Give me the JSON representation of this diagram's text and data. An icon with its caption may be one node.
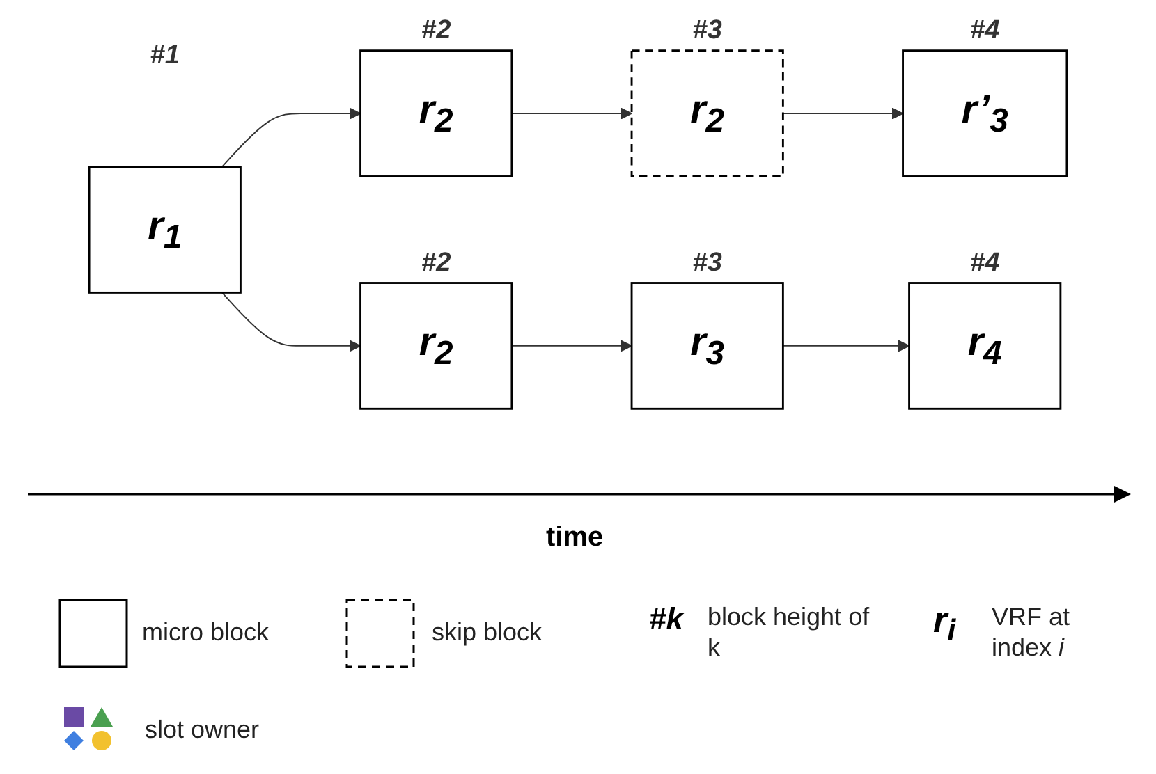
{
  "diagram": {
    "nodes": [
      {
        "text": [
          "r$_{1}$"
        ],
        "beside": [
          "#1"
        ]
      },
      {
        "text": [
          "r$_{2}$"
        ],
        "beside": [
          "#2"
        ]
      },
      {
        "text": [
          "r$_{3}$"
        ],
        "beside": [
          "#3"
        ]
      },
      {
        "text": [
          "r$_{4}$"
        ],
        "beside": [
          "#4"
        ]
      },
      {
        "text": [
          "r$_{2}$"
        ],
        "beside": [
          "#2"
        ]
      },
      {
        "text": [
          "r$_{2}$"
        ],
        "beside": [
          "#3"
        ]
      },
      {
        "text": [
          "r’$_{3}$"
        ],
        "beside": [
          "#4"
        ]
      }
    ],
    "edges": [
      {
        "from": 0,
        "to": 1,
        "arrow": "to"
      },
      {
        "from": 0,
        "to": 4,
        "arrow": "to"
      },
      {
        "from": 1,
        "to": 2,
        "arrow": "to"
      },
      {
        "from": 2,
        "to": 3,
        "arrow": "to"
      },
      {
        "from": 4,
        "to": 5,
        "arrow": "to"
      },
      {
        "from": 5,
        "to": 6,
        "arrow": "to"
      }
    ],
    "labels": [
      "time",
      "#k",
      "r$_{i}$"
    ],
    "legend": [
      {
        "text": "micro block"
      },
      {
        "text": "skip block"
      },
      {
        "text": "block height of k"
      },
      {
        "text": "VRF at index *i*"
      },
      {
        "text": "slot owner"
      }
    ]
  }
}
